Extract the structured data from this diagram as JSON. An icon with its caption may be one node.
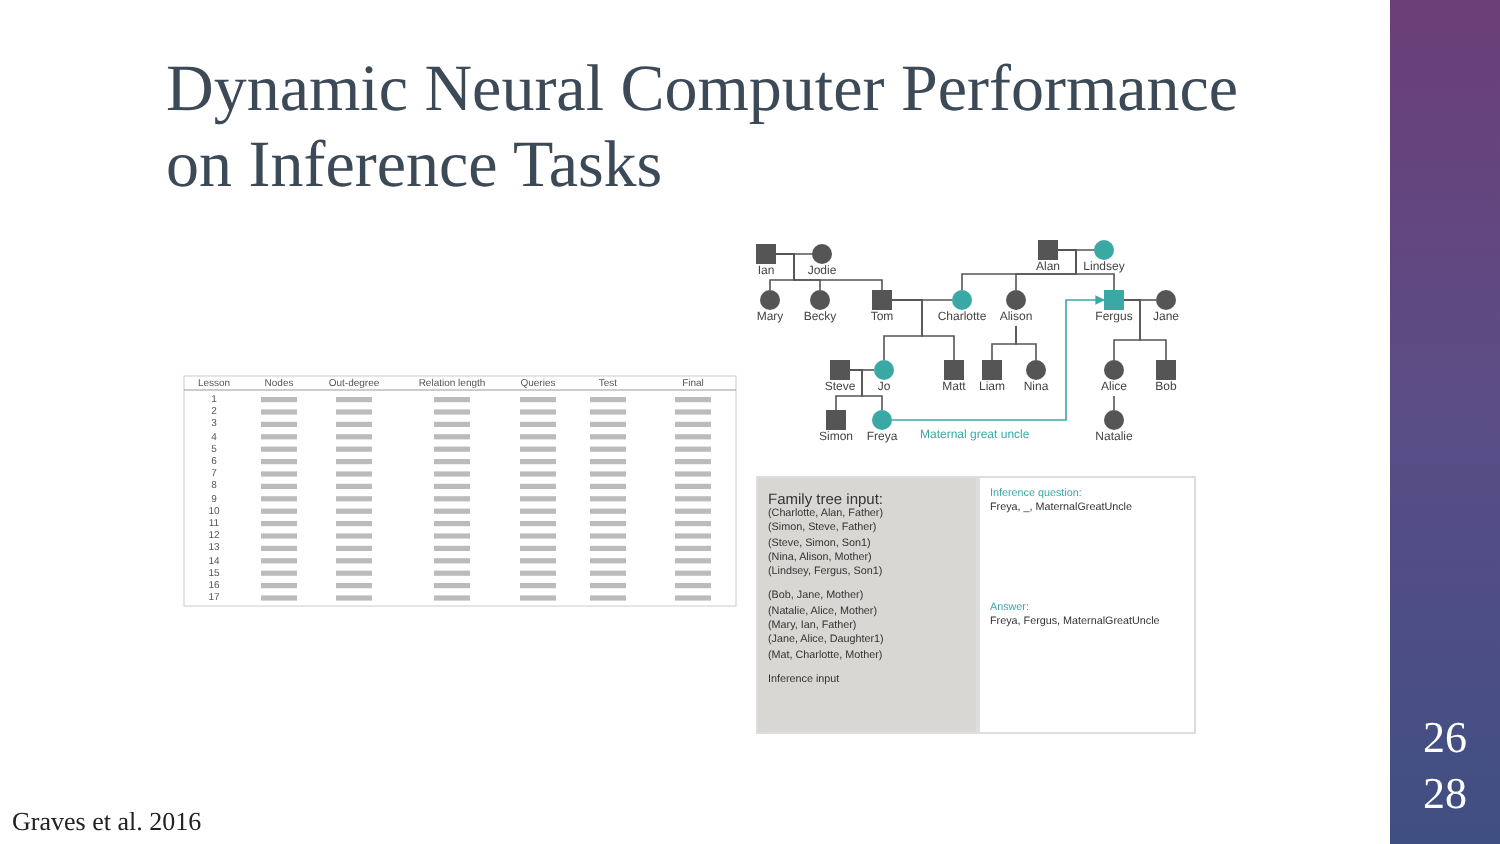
{
  "diagram": {
    "title": "Dynamic Neural Computer Performance on Inference Tasks",
    "nodes": [
      {
        "text": [
          "Ian"
        ]
      },
      {
        "text": [
          "Jodie"
        ]
      },
      {
        "text": [
          "Alan"
        ]
      },
      {
        "text": [
          "Lindsey"
        ]
      },
      {
        "text": [
          "Mary"
        ]
      },
      {
        "text": [
          "Becky"
        ]
      },
      {
        "text": [
          "Tom"
        ]
      },
      {
        "text": [
          "Charlotte"
        ]
      },
      {
        "text": [
          "Alison"
        ]
      },
      {
        "text": [
          "Fergus"
        ]
      },
      {
        "text": [
          "Jane"
        ]
      },
      {
        "text": [
          "Steve"
        ]
      },
      {
        "text": [
          "Jo"
        ]
      },
      {
        "text": [
          "Matt"
        ]
      },
      {
        "text": [
          "Liam"
        ]
      },
      {
        "text": [
          "Nina"
        ]
      },
      {
        "text": [
          "Alice"
        ]
      },
      {
        "text": [
          "Bob"
        ]
      },
      {
        "text": [
          "Simon"
        ]
      },
      {
        "text": [
          "Freya"
        ]
      },
      {
        "text": [
          "Natalie"
        ]
      },
      {
        "text": [
          "Family tree input:",
          "(Charlotte, Alan, Father)",
          "(Simon, Steve, Father)",
          "(Steve, Simon, Son1)",
          "(Nina, Alison, Mother)",
          "(Lindsey, Fergus, Son1)",
          "(Bob, Jane, Mother)",
          "(Natalie, Alice, Mother)",
          "(Mary, Ian, Father)",
          "(Jane, Alice, Daughter1)",
          "(Mat, Charlotte, Mother)",
          "Inference input"
        ]
      },
      {
        "text": [
          "Inference question:",
          "Freya, _, MaternalGreatUncle",
          "Answer:",
          "Freya, Fergus, MaternalGreatUncle"
        ]
      }
    ],
    "edges": [
      {
        "from": 0,
        "to": 1,
        "arrow": "none"
      },
      {
        "from": 0,
        "to": 4,
        "arrow": "none"
      },
      {
        "from": 0,
        "to": 5,
        "arrow": "none"
      },
      {
        "from": 0,
        "to": 6,
        "arrow": "none"
      },
      {
        "from": 2,
        "to": 3,
        "arrow": "none"
      },
      {
        "from": 2,
        "to": 7,
        "arrow": "none"
      },
      {
        "from": 2,
        "to": 8,
        "arrow": "none"
      },
      {
        "from": 2,
        "to": 9,
        "arrow": "none"
      },
      {
        "from": 6,
        "to": 7,
        "arrow": "none"
      },
      {
        "from": 6,
        "to": 12,
        "arrow": "none"
      },
      {
        "from": 6,
        "to": 13,
        "arrow": "none"
      },
      {
        "from": 8,
        "to": 14,
        "arrow": "none"
      },
      {
        "from": 8,
        "to": 15,
        "arrow": "none"
      },
      {
        "from": 9,
        "to": 10,
        "arrow": "none"
      },
      {
        "from": 9,
        "to": 16,
        "arrow": "none"
      },
      {
        "from": 9,
        "to": 17,
        "arrow": "none"
      },
      {
        "from": 11,
        "to": 12,
        "arrow": "none"
      },
      {
        "from": 11,
        "to": 18,
        "arrow": "none"
      },
      {
        "from": 11,
        "to": 19,
        "arrow": "none"
      },
      {
        "from": 16,
        "to": 20,
        "arrow": "none"
      },
      {
        "from": 19,
        "to": 9,
        "arrow": "to",
        "label": "Maternal great uncle",
        "color": "#3aa9a6"
      }
    ],
    "labels": [
      "Lesson",
      "Nodes",
      "Out-degree",
      "Relation length",
      "Queries",
      "Test",
      "Final",
      "1",
      "2",
      "3",
      "4",
      "5",
      "6",
      "7",
      "8",
      "9",
      "10",
      "11",
      "12",
      "13",
      "14",
      "15",
      "16",
      "17",
      "26",
      "28",
      "Graves et al. 2016"
    ]
  }
}
